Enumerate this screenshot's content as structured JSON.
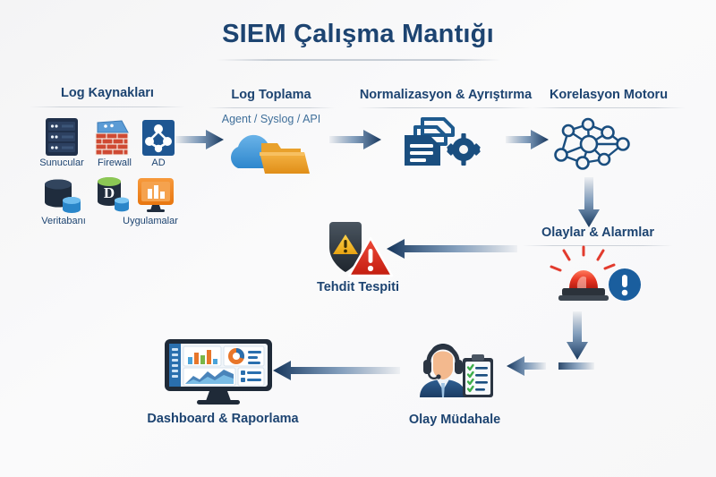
{
  "page": {
    "title": "SIEM Çalışma Mantığı",
    "background_color": "#f6f6f7",
    "accent_color": "#1d4471",
    "alert_color": "#e23b2e",
    "orange_color": "#f08020"
  },
  "sections": {
    "log_sources": {
      "header": "Log Kaynakları",
      "items": [
        {
          "label": "Sunucular",
          "icon": "server-rack-icon"
        },
        {
          "label": "Firewall",
          "icon": "firewall-brick-icon"
        },
        {
          "label": "AD",
          "icon": "active-directory-icon"
        },
        {
          "label": "Veritabanı",
          "icon": "database-cylinder-icon"
        },
        {
          "label": "Uygulamalar",
          "icon": "application-monitor-icon"
        }
      ]
    },
    "log_collection": {
      "header": "Log Toplama",
      "subtitle": "Agent / Syslog / API",
      "icon": "cloud-folder-icon"
    },
    "normalization": {
      "header": "Normalizasyon & Ayrıştırma",
      "icon": "documents-gear-icon"
    },
    "correlation": {
      "header": "Korelasyon Motoru",
      "icon": "network-nodes-icon"
    },
    "events_alarms": {
      "header": "Olaylar & Alarmlar",
      "icon": "siren-alert-icon"
    },
    "threat_detection": {
      "caption": "Tehdit Tespiti",
      "icon": "shield-warning-icon"
    },
    "incident_response": {
      "caption": "Olay Müdahale",
      "icon": "analyst-headset-clipboard-icon"
    },
    "dashboard": {
      "caption": "Dashboard & Raporlama",
      "icon": "monitor-charts-icon"
    }
  },
  "flow_arrows": [
    {
      "name": "arrow-sources-to-collection",
      "direction": "right"
    },
    {
      "name": "arrow-collection-to-normalization",
      "direction": "right"
    },
    {
      "name": "arrow-normalization-to-correlation",
      "direction": "right"
    },
    {
      "name": "arrow-correlation-to-events",
      "direction": "down"
    },
    {
      "name": "arrow-events-to-threat",
      "direction": "left"
    },
    {
      "name": "arrow-events-to-response",
      "direction": "down"
    },
    {
      "name": "arrow-response-to-dashboard",
      "direction": "left"
    }
  ]
}
